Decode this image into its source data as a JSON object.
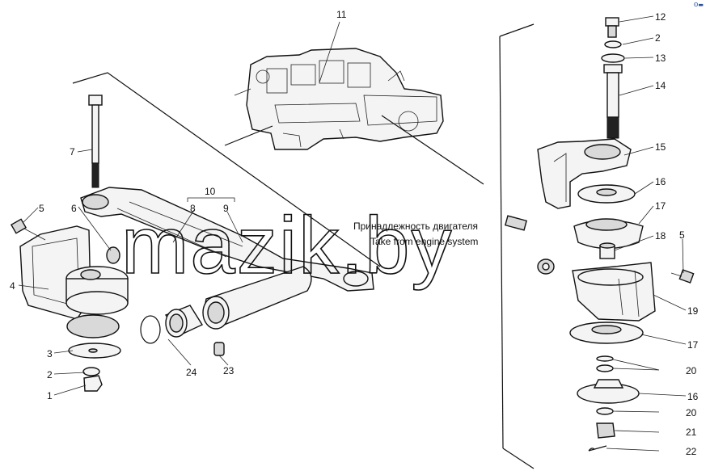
{
  "watermark": "mazik.by",
  "note": {
    "ru": "Принадлежность двигателя",
    "en": "Take from engine system"
  },
  "corner_mark": "ʘ▬",
  "callouts": [
    "1",
    "2",
    "3",
    "4",
    "5",
    "6",
    "7",
    "8",
    "9",
    "10",
    "11",
    "12",
    "2",
    "13",
    "14",
    "15",
    "16",
    "17",
    "18",
    "5",
    "19",
    "17",
    "20",
    "16",
    "20",
    "21",
    "22",
    "24",
    "23"
  ],
  "icons": [
    "engine-icon",
    "bolt-icon",
    "nut-icon",
    "washer-icon",
    "bracket-icon",
    "cushion-icon",
    "bushing-icon",
    "split-pin-icon"
  ]
}
